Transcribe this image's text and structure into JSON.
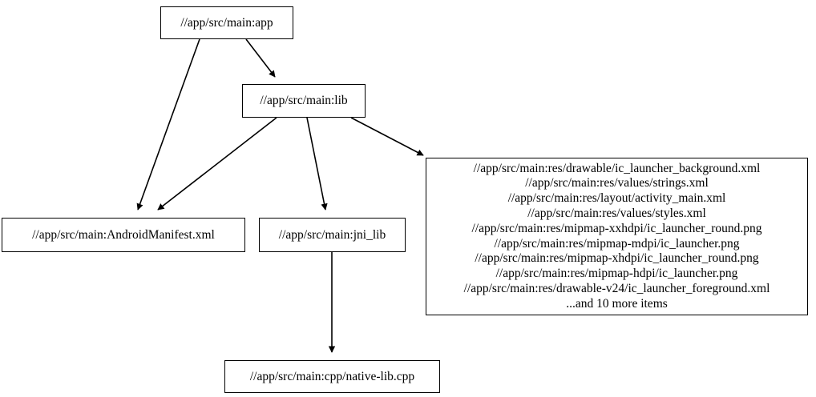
{
  "graph": {
    "type": "directed-dependency-graph",
    "nodes": [
      {
        "id": "app",
        "label": "//app/src/main:app"
      },
      {
        "id": "lib",
        "label": "//app/src/main:lib"
      },
      {
        "id": "manifest",
        "label": "//app/src/main:AndroidManifest.xml"
      },
      {
        "id": "jni_lib",
        "label": "//app/src/main:jni_lib"
      },
      {
        "id": "res",
        "label": "//app/src/main:res/drawable/ic_launcher_background.xml\n//app/src/main:res/values/strings.xml\n//app/src/main:res/layout/activity_main.xml\n//app/src/main:res/values/styles.xml\n//app/src/main:res/mipmap-xxhdpi/ic_launcher_round.png\n//app/src/main:res/mipmap-mdpi/ic_launcher.png\n//app/src/main:res/mipmap-xhdpi/ic_launcher_round.png\n//app/src/main:res/mipmap-hdpi/ic_launcher.png\n//app/src/main:res/drawable-v24/ic_launcher_foreground.xml\n...and 10 more items",
        "lines": [
          "//app/src/main:res/drawable/ic_launcher_background.xml",
          "//app/src/main:res/values/strings.xml",
          "//app/src/main:res/layout/activity_main.xml",
          "//app/src/main:res/values/styles.xml",
          "//app/src/main:res/mipmap-xxhdpi/ic_launcher_round.png",
          "//app/src/main:res/mipmap-mdpi/ic_launcher.png",
          "//app/src/main:res/mipmap-xhdpi/ic_launcher_round.png",
          "//app/src/main:res/mipmap-hdpi/ic_launcher.png",
          "//app/src/main:res/drawable-v24/ic_launcher_foreground.xml",
          "...and 10 more items"
        ]
      },
      {
        "id": "native_lib_cpp",
        "label": "//app/src/main:cpp/native-lib.cpp"
      }
    ],
    "edges": [
      {
        "from": "app",
        "to": "manifest"
      },
      {
        "from": "app",
        "to": "lib"
      },
      {
        "from": "lib",
        "to": "manifest"
      },
      {
        "from": "lib",
        "to": "jni_lib"
      },
      {
        "from": "lib",
        "to": "res"
      },
      {
        "from": "jni_lib",
        "to": "native_lib_cpp"
      }
    ],
    "style": {
      "node_border_color": "#000000",
      "node_fill_color": "#ffffff",
      "edge_color": "#000000",
      "text_color": "#000000",
      "background_color": "#ffffff"
    }
  }
}
